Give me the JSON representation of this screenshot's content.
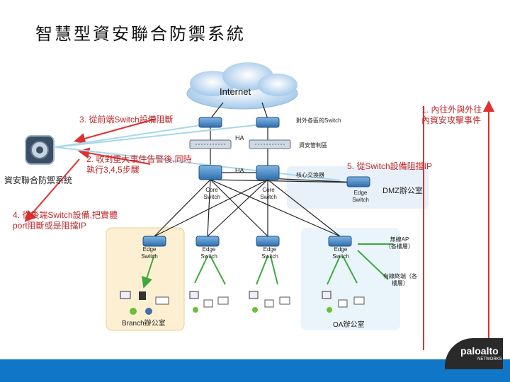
{
  "title": "智慧型資安聯合防禦系統",
  "cloud_label": "Internet",
  "step1_label": "1. 內往外與外往內資安攻擊事件",
  "step2_label": "2. 收到重大事件告警後,同時執行3,4,5步驟",
  "step3_label": "3. 從前端Switch設備阻斷",
  "step4_label": "4. 從後端Switch設備,把實體port阻斷或是阻擋IP",
  "step5_label": "5. 從Switch設備阻擋IP",
  "system_label": "資安聯合防禦系統",
  "outer_switch_label": "對外各區的Switch",
  "security_zone_label": "資安管制區",
  "core_zone_label": "核心交換器",
  "ha_label_1": "HA",
  "ha_label_2": "HA",
  "core_switch_1": "Core Switch",
  "core_switch_2": "Core Switch",
  "dmz_switch": "Edge Switch",
  "dmz_office": "DMZ辦公室",
  "edge_switch_1": "Edge Switch",
  "edge_switch_2": "Edge Switch",
  "edge_switch_3": "Edge Switch",
  "edge_switch_4": "Edge Switch",
  "wireless_ap": "無線AP（各樓層）",
  "wired_ap": "有線終端（各樓層）",
  "branch_office": "Branch辦公室",
  "oa_office": "OA辦公室",
  "logo_text": "paloalto",
  "logo_sub": "NETWORKS",
  "colors": {
    "red_line": "#e03030",
    "green_line": "#3fa83f",
    "black_line": "#222222",
    "zone_fill": "#e8f1fa",
    "branch_fill": "#fdf0d2",
    "oa_fill": "#eaf4fb",
    "footer": "#0f76c8"
  }
}
